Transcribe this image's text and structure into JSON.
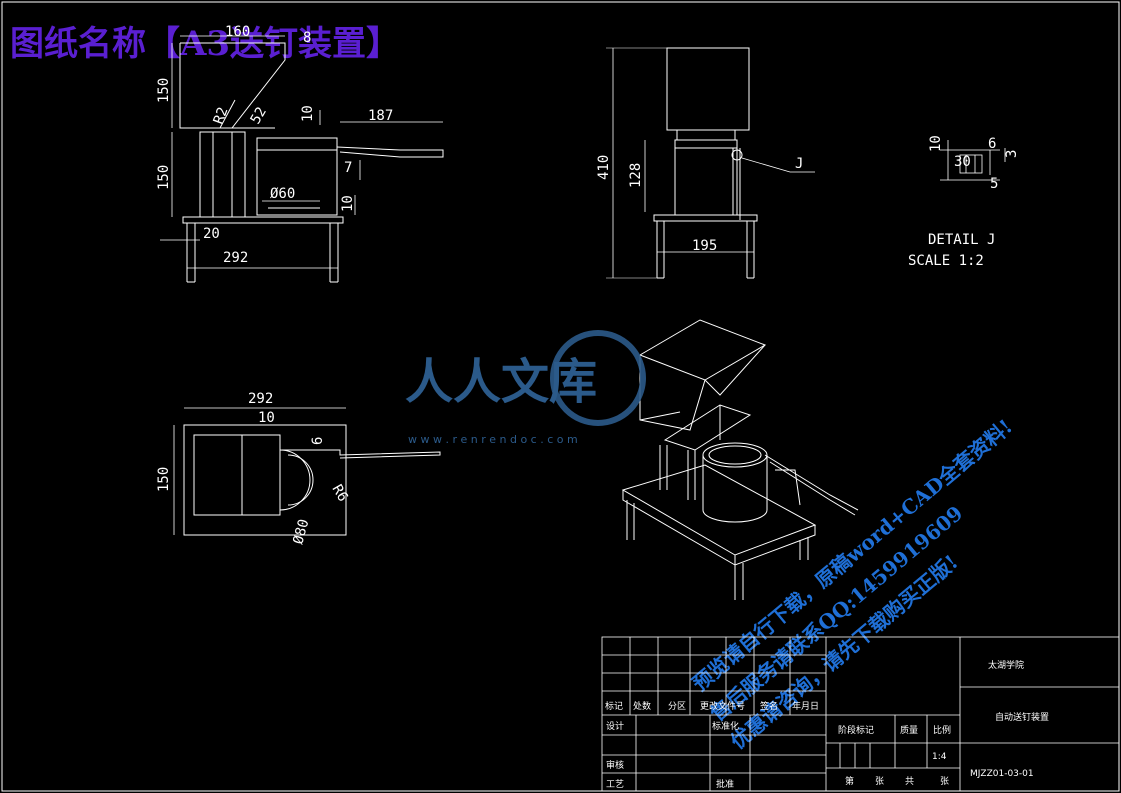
{
  "sheet_title": "图纸名称【A3送钉装置】",
  "watermark": {
    "brand": "人人文库",
    "url": "w w w . r e n r e n d o c . c o m",
    "lines": [
      "预览请自行下载，原稿word+CAD全套资料!",
      "售后服务请联系QQ:1459919609",
      "优惠请咨询，请先下载购买正版!"
    ]
  },
  "front_view": {
    "dims": [
      "160",
      "8",
      "150",
      "R2",
      "52",
      "10",
      "187",
      "150",
      "7",
      "Ø60",
      "10",
      "20",
      "292"
    ]
  },
  "side_view": {
    "dims": [
      "410",
      "128",
      "195"
    ],
    "callout": "J"
  },
  "detail": {
    "dims": [
      "10",
      "6",
      "3",
      "30",
      "5"
    ],
    "label": "DETAIL J",
    "scale": "SCALE 1:2"
  },
  "top_view": {
    "dims": [
      "292",
      "10",
      "6",
      "150",
      "R6",
      "Ø80"
    ]
  },
  "title_block": {
    "school": "太湖学院",
    "part_name": "自动送钉装置",
    "drawing_no": "MJZZ01-03-01",
    "scale": "1:4",
    "headers": [
      "标记",
      "处数",
      "分区",
      "更改文件号",
      "签名",
      "年月日"
    ],
    "roles": [
      "设计",
      "标准化",
      "审核",
      "工艺",
      "批准"
    ],
    "stage_headers": [
      "阶段标记",
      "质量",
      "比例"
    ],
    "sheet_labels": [
      "第",
      "张",
      "共",
      "张"
    ]
  }
}
